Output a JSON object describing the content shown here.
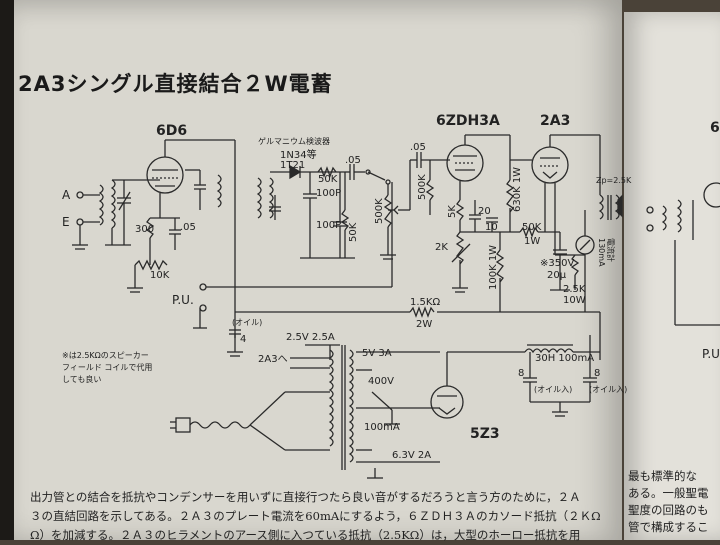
{
  "title": "2A3シングル直接結合２W電蓄",
  "tubes": {
    "t1": "6D6",
    "t2": "6ZDH3A",
    "t3": "2A3",
    "t4": "5Z3"
  },
  "labels": {
    "detector": "ゲルマニウム検波器",
    "diode": "1N34等",
    "diode2": "1T21",
    "antenna": "A",
    "earth": "E",
    "pu": "P.U.",
    "oil": "(オイル)",
    "cap_4": "4",
    "cap_05a": ".05",
    "cap_05b": ".05",
    "cap_05c": ".05",
    "r_300": "300",
    "r_10k": "10K",
    "r_50k": "50K",
    "c_100p_a": "100P",
    "c_100p_b": "100P",
    "r_50k_v": "50K",
    "vr_500k": "500K",
    "r_500k_b": "500K",
    "r_5k": "5K",
    "c_20": "20",
    "c_10": "10",
    "r_2k": "2K",
    "r_630k": "630K 1W",
    "r_50k_1w": "50K",
    "w_1w": "1W",
    "r_100k": "100K 1W",
    "c_350v": "※350V",
    "c_20u": "20μ",
    "r_25k": "2.5K",
    "w_10w": "10W",
    "meter": "130mA",
    "meter_dc": "電流計",
    "zp": "Zp=2.5K",
    "r_15k": "1.5KΩ",
    "w_2w": "2W",
    "note1": "※は2.5KΩのスピーカー",
    "note2": "フィールド コイルで代用",
    "note3": "しても良い",
    "v_25": "2.5V 2.5A",
    "to_2a3": "2A3へ",
    "v_5": "5V 3A",
    "v_400": "400V",
    "ma_100": "100mA",
    "v_63": "6.3V 2A",
    "choke": "30H 100mA",
    "c_8a": "8",
    "c_8a_sub": "(オイル入)",
    "c_8b": "8",
    "c_8b_sub": "(オイル入)"
  },
  "body_text": [
    "出力管との結合を抵抗やコンデンサーを用いずに直接行つたら良い音がするだろうと言う方のために，２Ａ",
    "３の直結回路を示してある。２Ａ３のプレート電流を60mAにするよう，６ＺＤＨ３Ａのカソード抵抗（２ＫΩ",
    "Ω）を加減する。２Ａ３のヒラメントのアース側に入つている抵抗（2.5KΩ）は，大型のホーロー抵抗を用"
  ],
  "right_page": {
    "fragment_6": "6",
    "fragment_pu": "P.U",
    "text": [
      "最も標準的な",
      "ある。一般聖電",
      "聖度の回路のも",
      "管で構成するこ"
    ]
  }
}
